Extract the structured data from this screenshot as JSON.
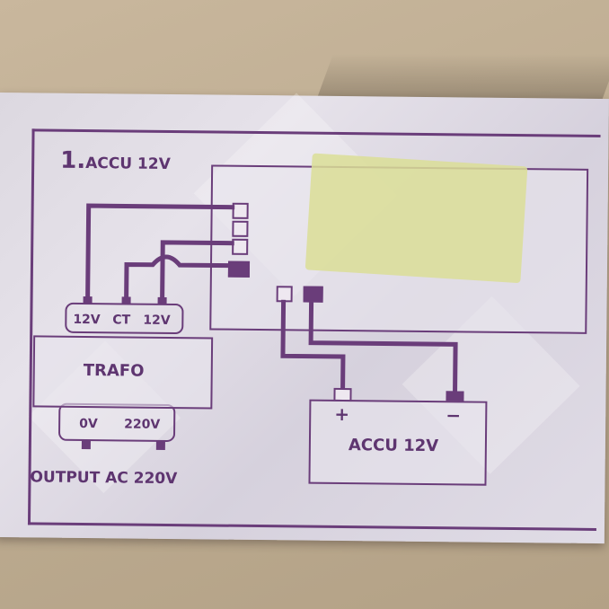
{
  "diagram": {
    "title_number": "1.",
    "title_text": "ACCU 12V",
    "trafo_label": "TRAFO",
    "trafo_top_taps": [
      "12V",
      "CT",
      "12V"
    ],
    "trafo_bottom_taps": [
      "0V",
      "220V"
    ],
    "output_label": "OUTPUT AC 220V",
    "battery_label": "ACCU 12V",
    "battery_plus": "+",
    "battery_minus": "−"
  },
  "colors": {
    "line": "#6a3d7a",
    "card": "#dcd8e0",
    "tape": "#dade96"
  }
}
